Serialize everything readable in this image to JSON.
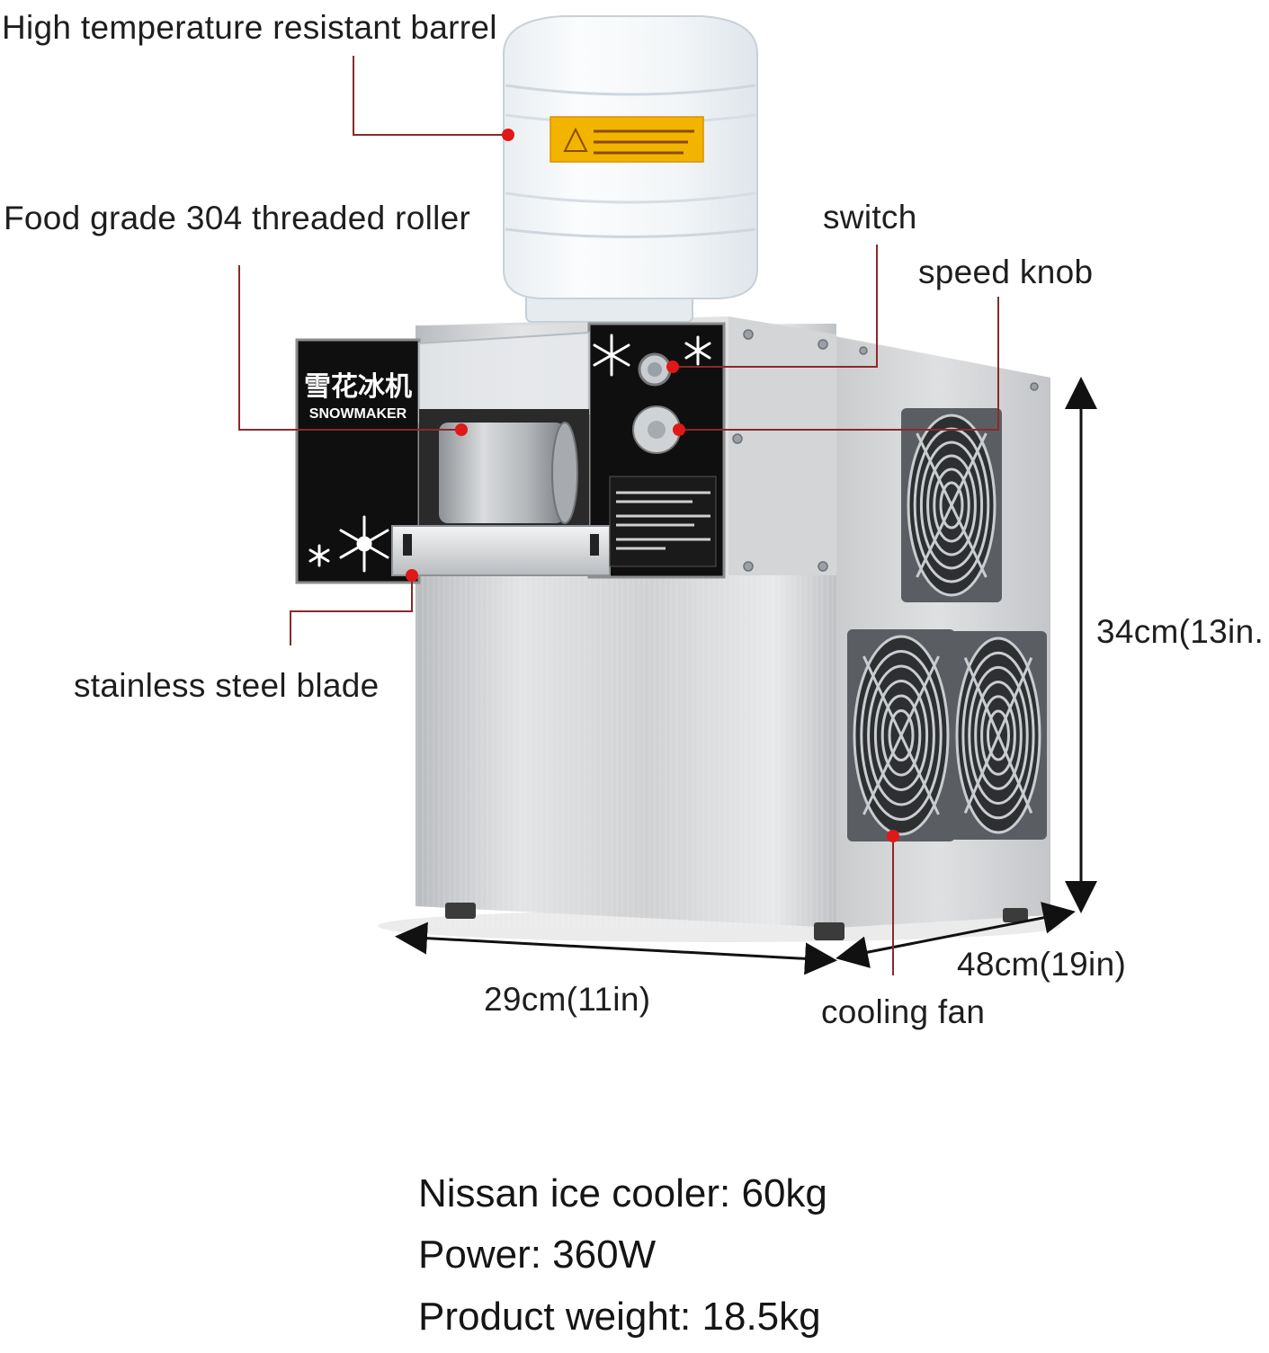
{
  "callouts": {
    "barrel": "High temperature resistant barrel",
    "roller": "Food grade 304 threaded roller",
    "switch": "switch",
    "speed_knob": "speed knob",
    "blade": "stainless steel blade",
    "cooling_fan": "cooling fan"
  },
  "dimensions": {
    "height": "34cm(13in.",
    "width": "29cm(11in)",
    "depth": "48cm(19in)"
  },
  "machine": {
    "brand_cn": "雪花冰机",
    "brand_en": "SNOWMAKER"
  },
  "specs": [
    "Nissan ice cooler: 60kg",
    "Power: 360W",
    "Product weight: 18.5kg"
  ],
  "colors": {
    "callout_line": "#8a2a2a",
    "callout_dot": "#e01818",
    "steel": "#c9cbcd",
    "panel": "#101010"
  }
}
